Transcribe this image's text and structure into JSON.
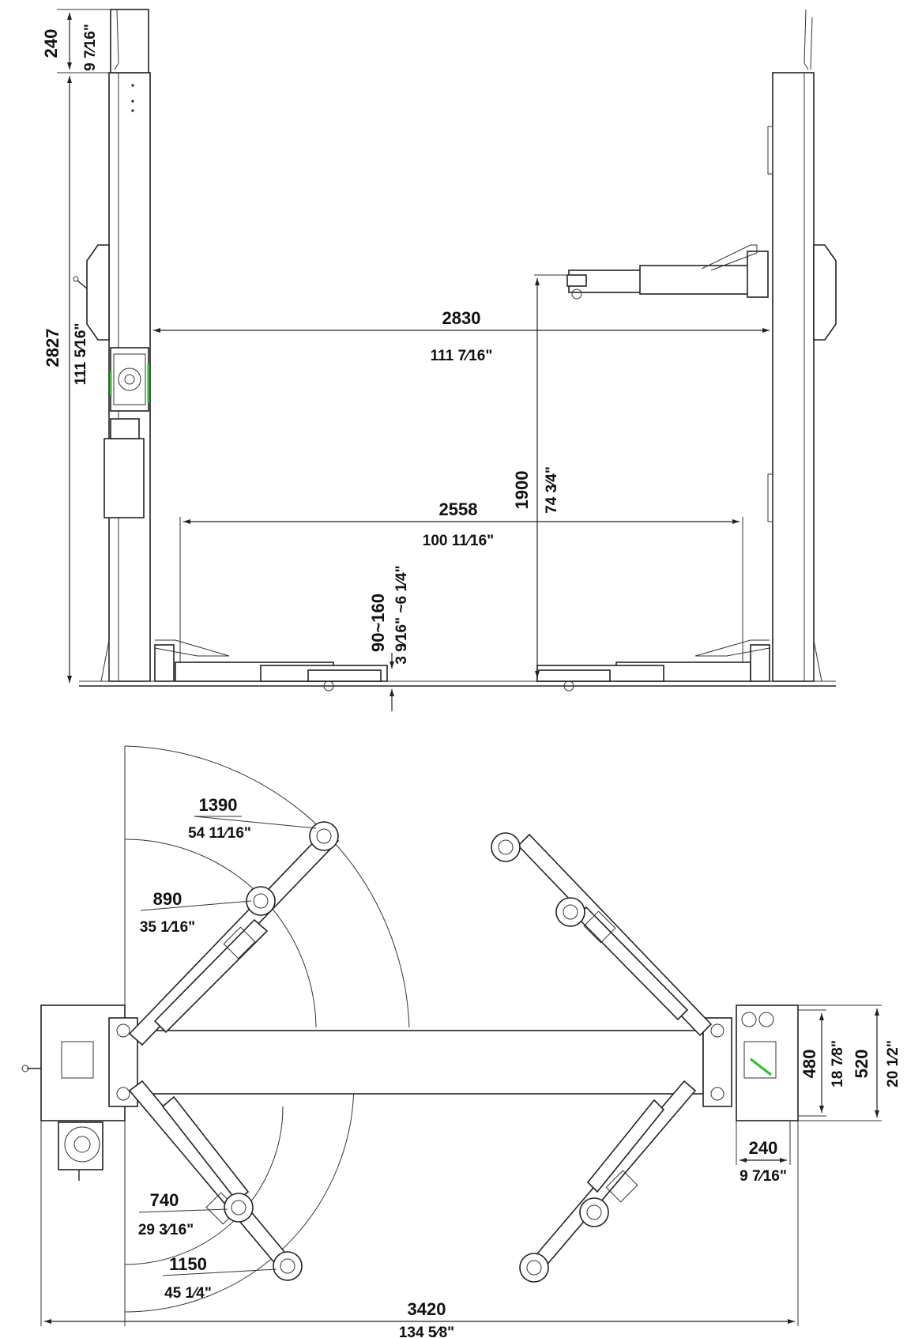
{
  "front_view": {
    "dims": {
      "top_offset": {
        "mm": "240",
        "in": "9 7⁄16\""
      },
      "overall_height": {
        "mm": "2827",
        "in": "111 5⁄16\""
      },
      "width_between_posts": {
        "mm": "2830",
        "in": "111 7⁄16\""
      },
      "clearance_height": {
        "mm": "1900",
        "in": "74 3⁄4\""
      },
      "drive_through": {
        "mm": "2558",
        "in": "100 11⁄16\""
      },
      "pad_height": {
        "mm": "90~160",
        "in": "3 9⁄16\" ~6 1⁄4\""
      }
    }
  },
  "top_view": {
    "dims": {
      "arm_long_max": {
        "mm": "1390",
        "in": "54 11⁄16\""
      },
      "arm_long_min": {
        "mm": "890",
        "in": "35 1⁄16\""
      },
      "arm_short_min": {
        "mm": "740",
        "in": "29 3⁄16\""
      },
      "arm_short_max": {
        "mm": "1150",
        "in": "45 1⁄4\""
      },
      "overall_width": {
        "mm": "3420",
        "in": "134 5⁄8\""
      },
      "post_depth": {
        "mm": "240",
        "in": "9 7⁄16\""
      },
      "column_480": {
        "mm": "480",
        "in": "18 7⁄8\""
      },
      "column_520": {
        "mm": "520",
        "in": "20 1⁄2\""
      }
    }
  }
}
